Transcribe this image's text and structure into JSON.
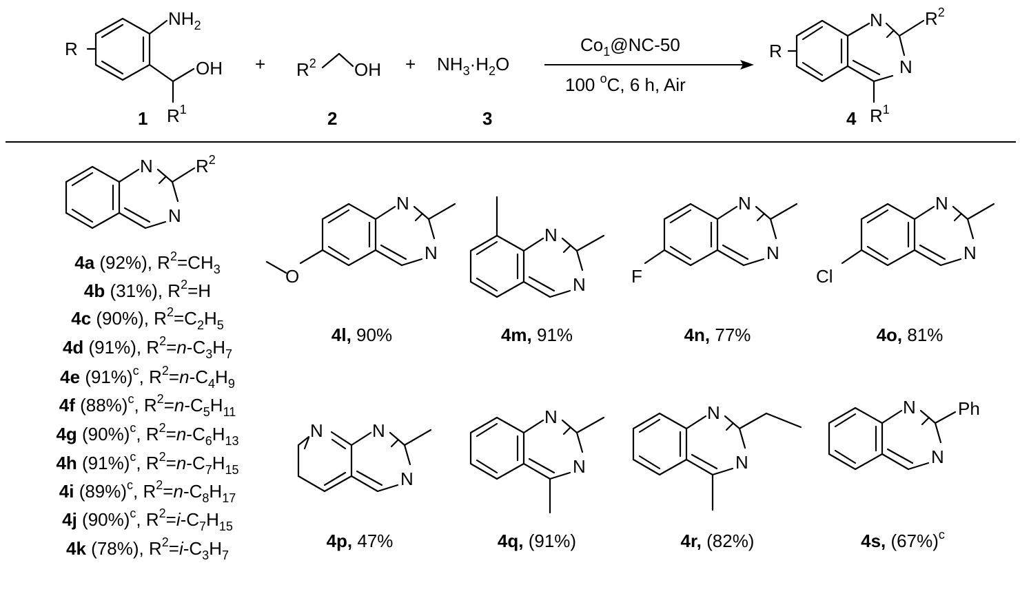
{
  "scheme": {
    "reactant1": {
      "number": "1",
      "R": "R",
      "NH2": "NH",
      "NH2_sub": "2",
      "OH": "OH",
      "R1": "R",
      "R1_sup": "1"
    },
    "plus1": "+",
    "reactant2": {
      "number": "2",
      "R2": "R",
      "R2_sup": "2",
      "OH": "OH"
    },
    "plus2": "+",
    "reactant3": {
      "number": "3",
      "formula": "NH",
      "sub3": "3",
      "dot": "·H",
      "sub2": "2",
      "O": "O"
    },
    "catalyst": {
      "a": "Co",
      "a_sub": "1",
      "b": "@NC-50"
    },
    "conditions": {
      "a": "100 ",
      "sup": "o",
      "b": "C, 6 h, Air"
    },
    "product": {
      "number": "4",
      "R": "R",
      "N1": "N",
      "N3": "N",
      "R2": "R",
      "R2_sup": "2",
      "R1": "R",
      "R1_sup": "1"
    }
  },
  "table_header": {
    "N1": "N",
    "N3": "N",
    "R2": "R",
    "R2_sup": "2"
  },
  "series_a_k": [
    {
      "id": "4a",
      "yield": " (92%), R",
      "sup_c": "",
      "rest": [
        [
          "=CH",
          ""
        ],
        [
          "3",
          "sub"
        ]
      ]
    },
    {
      "id": "4b",
      "yield": " (31%), R",
      "sup_c": "",
      "rest": [
        [
          "=H",
          ""
        ]
      ]
    },
    {
      "id": "4c",
      "yield": " (90%), R",
      "sup_c": "",
      "rest": [
        [
          "=C",
          ""
        ],
        [
          "2",
          "sub"
        ],
        [
          "H",
          ""
        ],
        [
          "5",
          "sub"
        ]
      ]
    },
    {
      "id": "4d",
      "yield": " (91%), R",
      "sup_c": "",
      "rest": [
        [
          "=",
          ""
        ],
        [
          "n",
          "it"
        ],
        [
          "-C",
          ""
        ],
        [
          "3",
          "sub"
        ],
        [
          "H",
          ""
        ],
        [
          "7",
          "sub"
        ]
      ]
    },
    {
      "id": "4e",
      "yield": " (91%)",
      "sup_c": "c",
      "rest": [
        [
          "=",
          ""
        ],
        [
          "n",
          "it"
        ],
        [
          "-C",
          ""
        ],
        [
          "4",
          "sub"
        ],
        [
          "H",
          ""
        ],
        [
          "9",
          "sub"
        ]
      ]
    },
    {
      "id": "4f",
      "yield": " (88%)",
      "sup_c": "c",
      "rest": [
        [
          "=",
          ""
        ],
        [
          "n",
          "it"
        ],
        [
          "-C",
          ""
        ],
        [
          "5",
          "sub"
        ],
        [
          "H",
          ""
        ],
        [
          "11",
          "sub"
        ]
      ]
    },
    {
      "id": "4g",
      "yield": " (90%)",
      "sup_c": "c",
      "rest": [
        [
          "=",
          ""
        ],
        [
          "n",
          "it"
        ],
        [
          "-C",
          ""
        ],
        [
          "6",
          "sub"
        ],
        [
          "H",
          ""
        ],
        [
          "13",
          "sub"
        ]
      ]
    },
    {
      "id": "4h",
      "yield": " (91%)",
      "sup_c": "c",
      "rest": [
        [
          "=",
          ""
        ],
        [
          "n",
          "it"
        ],
        [
          "-C",
          ""
        ],
        [
          "7",
          "sub"
        ],
        [
          "H",
          ""
        ],
        [
          "15",
          "sub"
        ]
      ]
    },
    {
      "id": "4i",
      "yield": " (89%)",
      "sup_c": "c",
      "rest": [
        [
          "=",
          ""
        ],
        [
          "n",
          "it"
        ],
        [
          "-C",
          ""
        ],
        [
          "8",
          "sub"
        ],
        [
          "H",
          ""
        ],
        [
          "17",
          "sub"
        ]
      ]
    },
    {
      "id": "4j",
      "yield": " (90%)",
      "sup_c": "c",
      "rest": [
        [
          "=",
          ""
        ],
        [
          "i",
          "it"
        ],
        [
          "-C",
          ""
        ],
        [
          "7",
          "sub"
        ],
        [
          "H",
          ""
        ],
        [
          "15",
          "sub"
        ]
      ]
    },
    {
      "id": "4k",
      "yield": " (78%), R",
      "sup_c": "",
      "rest": [
        [
          "=",
          ""
        ],
        [
          "i",
          "it"
        ],
        [
          "-C",
          ""
        ],
        [
          "3",
          "sub"
        ],
        [
          "H",
          ""
        ],
        [
          "7",
          "sub"
        ]
      ]
    }
  ],
  "compounds": [
    {
      "key": "4l",
      "id": "4l,",
      "yield": " 90%",
      "sup": "",
      "sub_label": "O"
    },
    {
      "key": "4m",
      "id": "4m,",
      "yield": " 91%",
      "sup": ""
    },
    {
      "key": "4n",
      "id": "4n,",
      "yield": " 77%",
      "sup": "",
      "sub_label": "F"
    },
    {
      "key": "4o",
      "id": "4o,",
      "yield": " 81%",
      "sup": "",
      "sub_label": "Cl"
    },
    {
      "key": "4p",
      "id": "4p,",
      "yield": " 47%",
      "sup": ""
    },
    {
      "key": "4q",
      "id": "4q,",
      "yield": " (91%)",
      "sup": ""
    },
    {
      "key": "4r",
      "id": "4r,",
      "yield": " (82%)",
      "sup": ""
    },
    {
      "key": "4s",
      "id": "4s,",
      "yield": " (67%)",
      "sup": "c",
      "sub_label": "Ph"
    }
  ],
  "atom_labels": {
    "N": "N"
  },
  "colors": {
    "ink": "#000000",
    "background": "#ffffff"
  }
}
